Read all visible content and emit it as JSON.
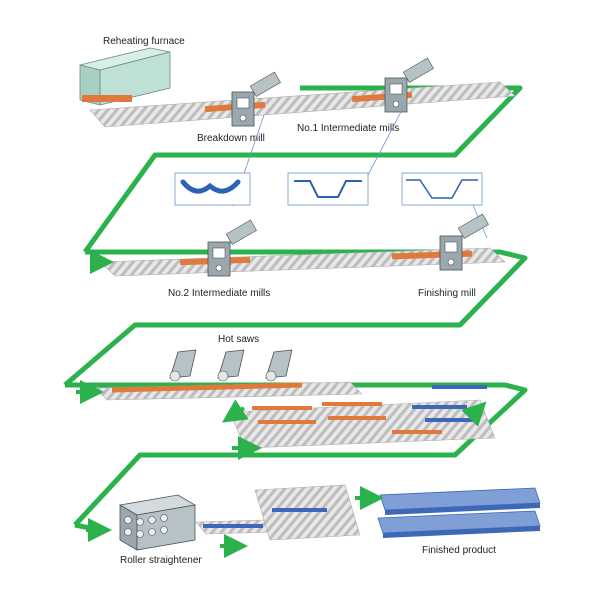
{
  "labels": {
    "reheating_furnace": "Reheating furnace",
    "breakdown_mill": "Breakdown mill",
    "no1_intermediate_mills": "No.1  Intermediate mills",
    "no2_intermediate_mills": "No.2 Intermediate mills",
    "finishing_mill": "Finishing mill",
    "hot_saws": "Hot saws",
    "roller_straightener": "Roller straightener",
    "finished_product": "Finished product"
  },
  "colors": {
    "flow_path": "#2bb24c",
    "hot_steel": "#e07a3c",
    "cooled_steel": "#3d68b8",
    "finished_product": "#7f9fd6",
    "roller_table": "#c9c9c9",
    "machine": "#9aa7ad",
    "furnace": "#bfe0d6",
    "profile_stroke": "#2b62b6",
    "callout_box": "#6f95c9"
  },
  "icons": [
    "mill-stand-icon",
    "saw-icon",
    "flow-arrow-icon",
    "profile-cross-section-icon"
  ]
}
